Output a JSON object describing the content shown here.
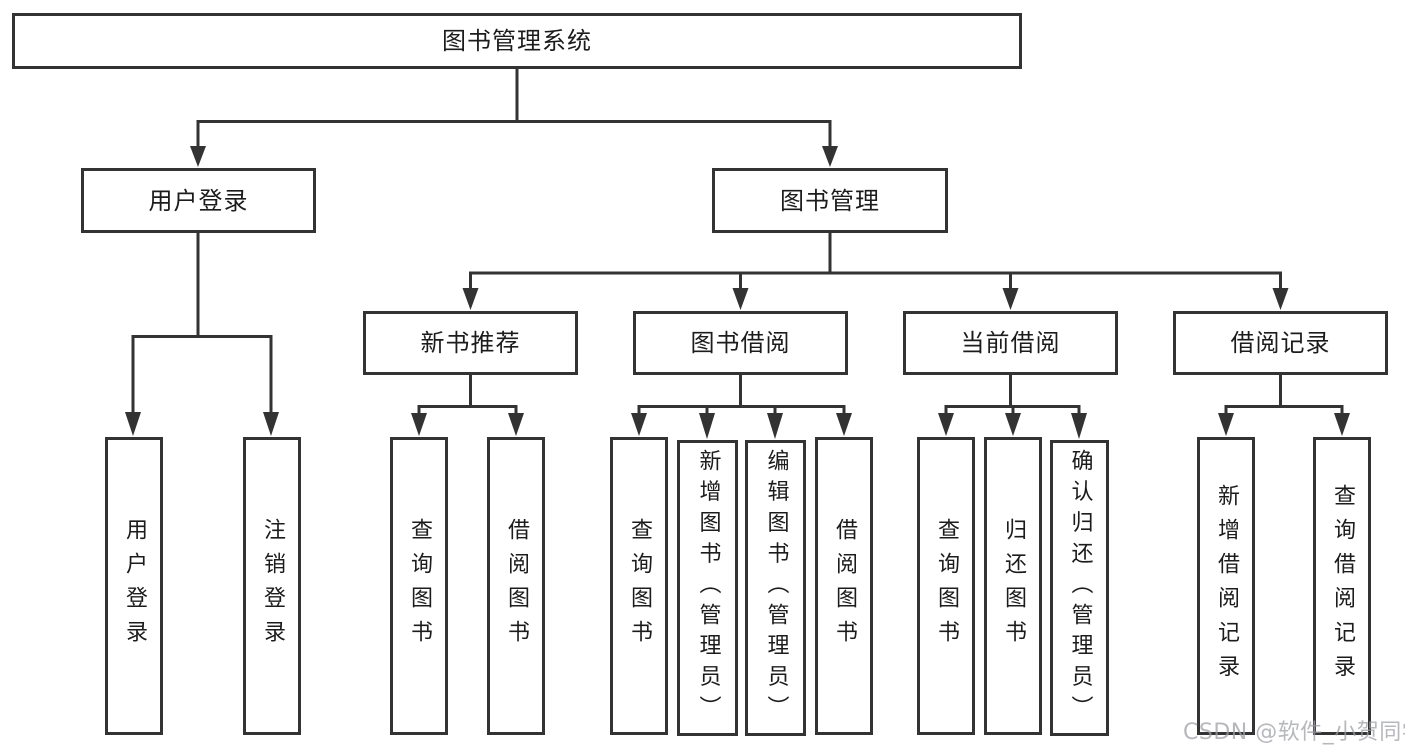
{
  "tree": {
    "root": {
      "label": "图书管理系统"
    },
    "branches": [
      {
        "label": "用户登录",
        "children": [
          {
            "label": "用户登录"
          },
          {
            "label": "注销登录"
          }
        ]
      },
      {
        "label": "图书管理",
        "children": [
          {
            "label": "新书推荐",
            "children": [
              {
                "label": "查询图书"
              },
              {
                "label": "借阅图书"
              }
            ]
          },
          {
            "label": "图书借阅",
            "children": [
              {
                "label": "查询图书"
              },
              {
                "label": "新增图书（管理员）"
              },
              {
                "label": "编辑图书（管理员）"
              },
              {
                "label": "借阅图书"
              }
            ]
          },
          {
            "label": "当前借阅",
            "children": [
              {
                "label": "查询图书"
              },
              {
                "label": "归还图书"
              },
              {
                "label": "确认归还（管理员）"
              }
            ]
          },
          {
            "label": "借阅记录",
            "children": [
              {
                "label": "新增借阅记录"
              },
              {
                "label": "查询借阅记录"
              }
            ]
          }
        ]
      }
    ]
  },
  "watermark": {
    "text": "CSDN @软件_小贺同学"
  },
  "colors": {
    "line": "#333333",
    "text": "#1c1c1c",
    "box_background": "#ffffff",
    "page_background": "#ffffff",
    "watermark": "#9ea0a5"
  }
}
